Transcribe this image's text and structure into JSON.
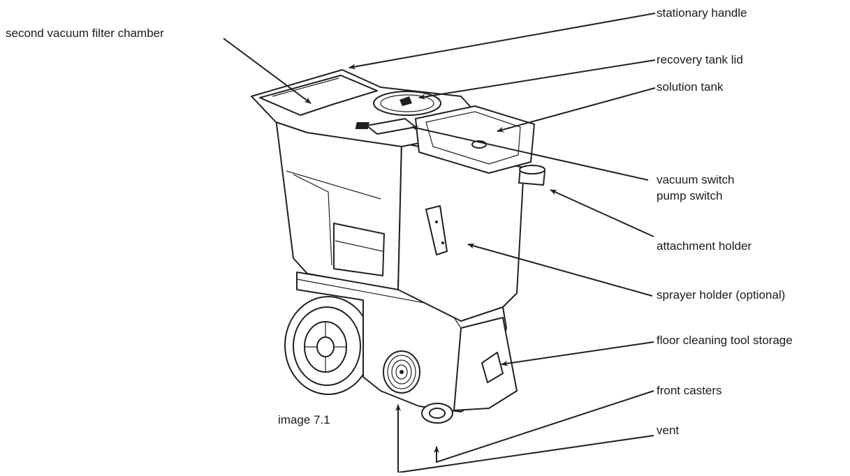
{
  "figure": {
    "caption": "image 7.1",
    "labels": {
      "stationary_handle": "stationary handle",
      "second_vacuum_filter_chamber": "second vacuum filter chamber",
      "recovery_tank_lid": "recovery tank lid",
      "solution_tank": "solution tank",
      "vacuum_switch": "vacuum switch",
      "pump_switch": "pump switch",
      "attachment_holder": "attachment holder",
      "sprayer_holder": "sprayer holder (optional)",
      "floor_cleaning_tool_storage": "floor cleaning tool storage",
      "front_casters": "front casters",
      "vent": "vent"
    }
  }
}
